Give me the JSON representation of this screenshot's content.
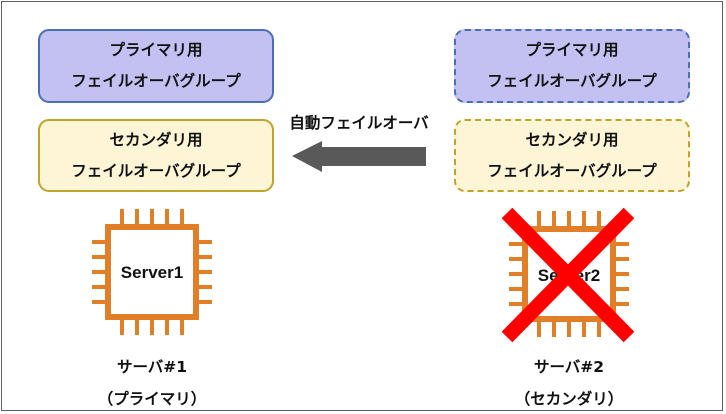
{
  "colors": {
    "primary_fill": "#c2c1f2",
    "primary_border": "#4a6fb5",
    "secondary_fill": "#fdf5d6",
    "secondary_border": "#c0a32a",
    "arrow": "#595959",
    "chip": "#e07f28",
    "cross": "#ff0000"
  },
  "server1": {
    "primary_group": {
      "line1": "プライマリ用",
      "line2": "フェイルオーバグループ"
    },
    "secondary_group": {
      "line1": "セカンダリ用",
      "line2": "フェイルオーバグループ"
    },
    "chip_label": "Server1",
    "caption_name": "サーバ#1",
    "caption_role": "（プライマリ）"
  },
  "server2": {
    "primary_group": {
      "line1": "プライマリ用",
      "line2": "フェイルオーバグループ"
    },
    "secondary_group": {
      "line1": "セカンダリ用",
      "line2": "フェイルオーバグループ"
    },
    "chip_label": "Server2",
    "caption_name": "サーバ#2",
    "caption_role": "（セカンダリ）"
  },
  "failover": {
    "label": "自動フェイルオーバ"
  }
}
